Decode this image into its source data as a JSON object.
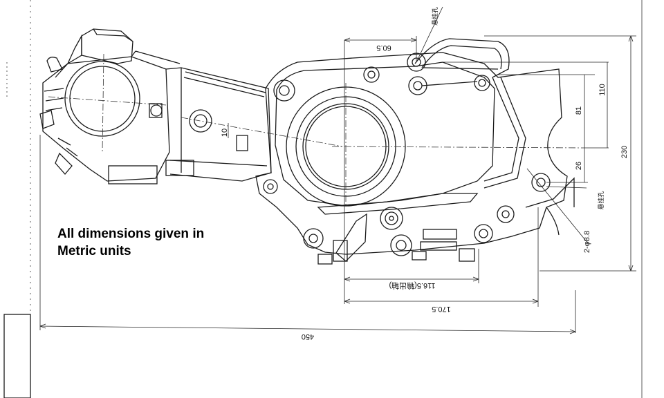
{
  "note": {
    "line1": "All dimensions given in",
    "line2": "Metric units"
  },
  "dimensions": {
    "top_width": "60.5",
    "height_110": "110",
    "height_81": "81",
    "height_230": "230",
    "height_26": "26",
    "side_10": "10",
    "hole_spec": "2-φ8.8",
    "bottom_1165": "116.5(输出轴)",
    "bottom_1705": "170.5",
    "overall_450": "450",
    "label_top_right": "悬挂孔",
    "label_mount": "悬挂孔"
  }
}
